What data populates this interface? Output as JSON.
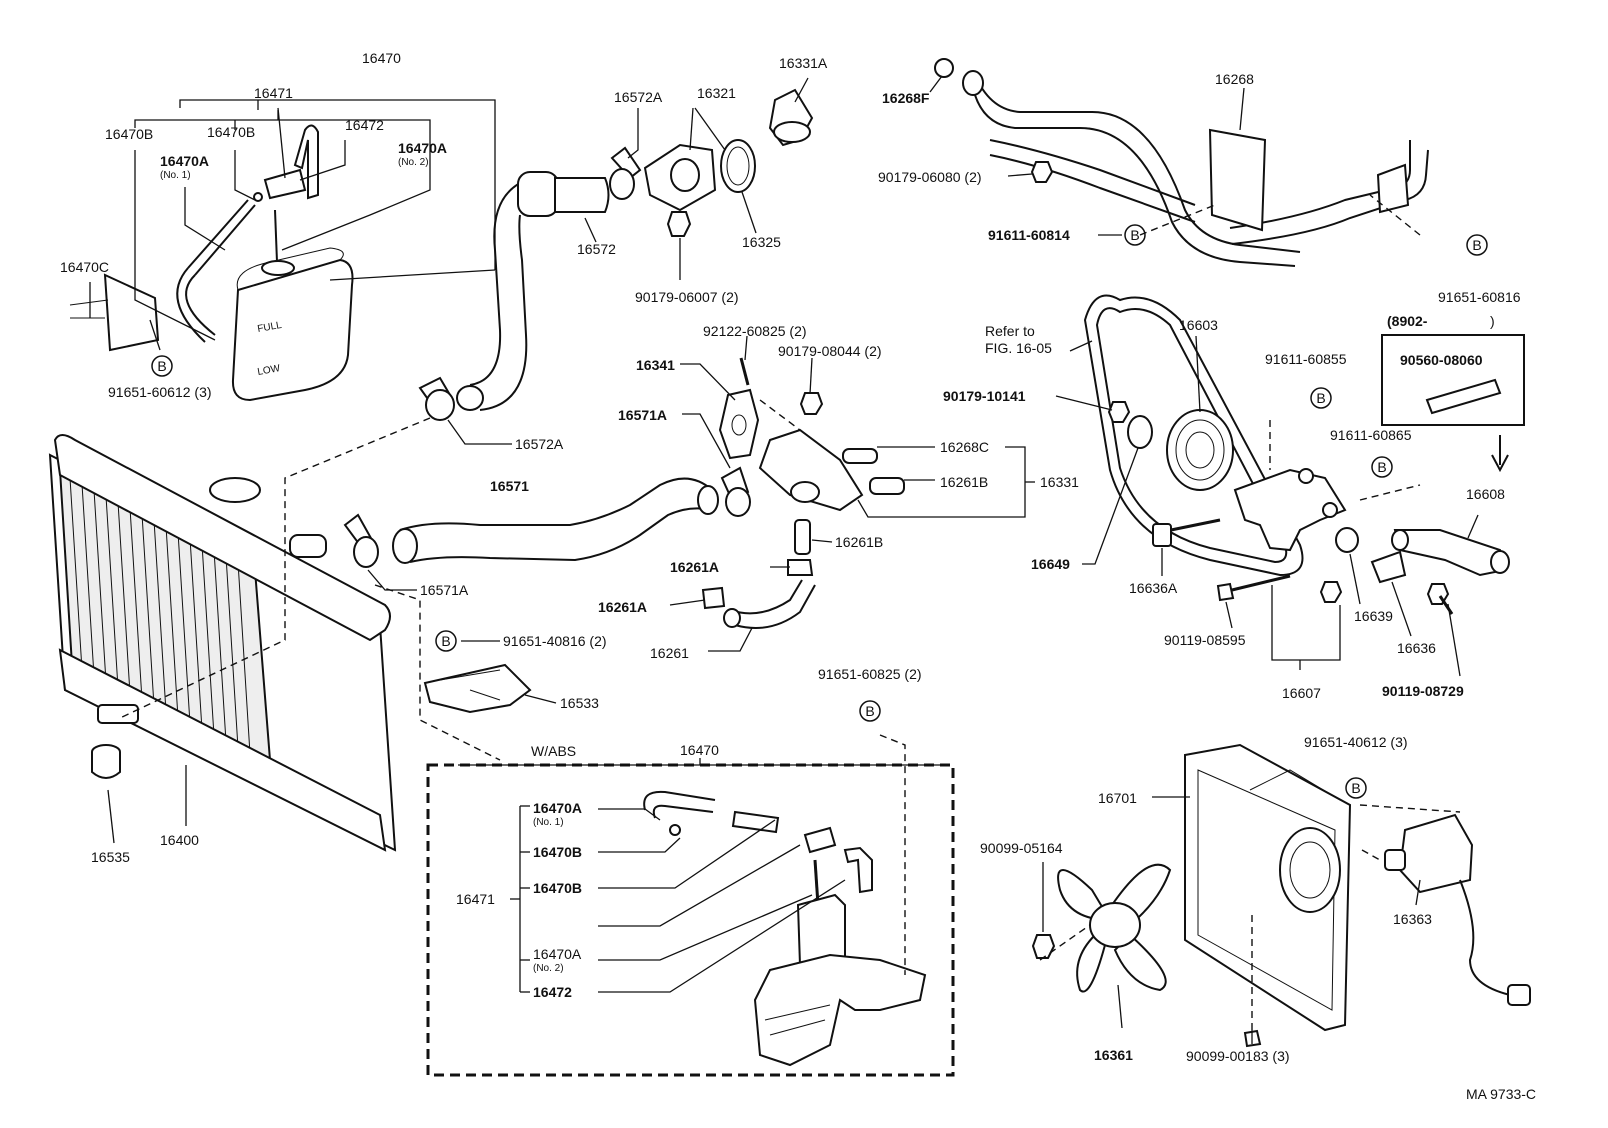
{
  "labels": {
    "p16470_top": "16470",
    "p16471_top": "16471",
    "p16470B_left": "16470B",
    "p16470B_mid": "16470B",
    "p16472_top": "16472",
    "p16470A_no1": "16470A",
    "p16470A_no1_sub": "(No. 1)",
    "p16470A_no2": "16470A",
    "p16470A_no2_sub": "(No. 2)",
    "p16470C": "16470C",
    "p91651_60612": "91651-60612 (3)",
    "p16572A_top": "16572A",
    "p16321": "16321",
    "p16331A": "16331A",
    "p16572": "16572",
    "p16325": "16325",
    "p90179_06007": "90179-06007 (2)",
    "p16268F": "16268F",
    "p16268": "16268",
    "p90179_06080": "90179-06080 (2)",
    "p91611_60814": "91611-60814",
    "p91651_60816": "91651-60816",
    "p92122_60825": "92122-60825 (2)",
    "p90179_08044": "90179-08044 (2)",
    "p16341": "16341",
    "p16571A_top": "16571A",
    "p16572A_mid": "16572A",
    "p16571": "16571",
    "p16268C": "16268C",
    "p16261B_r": "16261B",
    "p16331": "16331",
    "p16261B_low": "16261B",
    "p16261A_1": "16261A",
    "p16261A_2": "16261A",
    "p16261": "16261",
    "p16571A_low": "16571A",
    "p91651_40816": "91651-40816 (2)",
    "p16533": "16533",
    "p91651_60825": "91651-60825 (2)",
    "p16535": "16535",
    "p16400": "16400",
    "wabs": "W/ABS",
    "p16470_box": "16470",
    "b16470A_1": "16470A",
    "b16470A_1_sub": "(No. 1)",
    "b16470B_1": "16470B",
    "b16470B_2": "16470B",
    "b16471": "16471",
    "b16470A_2": "16470A",
    "b16470A_2_sub": "(No. 2)",
    "b16472": "16472",
    "refer1": "Refer to",
    "refer2": "FIG. 16-05",
    "p16603": "16603",
    "p91611_60855": "91611-60855",
    "p90179_10141": "90179-10141",
    "p91611_60865": "91611-60865",
    "p8902": "(8902-",
    "p8902_close": ")",
    "p90560_08060": "90560-08060",
    "p16608": "16608",
    "p16649": "16649",
    "p16636A": "16636A",
    "p90119_08595": "90119-08595",
    "p16639": "16639",
    "p16636": "16636",
    "p16607": "16607",
    "p90119_08729": "90119-08729",
    "p91651_40612": "91651-40612 (3)",
    "p16701": "16701",
    "p90099_05164": "90099-05164",
    "p16363": "16363",
    "p16361": "16361",
    "p90099_00183": "90099-00183 (3)",
    "figure_id": "MA 9733-C",
    "b_mark": "B",
    "tank_full": "FULL",
    "tank_low": "LOW"
  }
}
